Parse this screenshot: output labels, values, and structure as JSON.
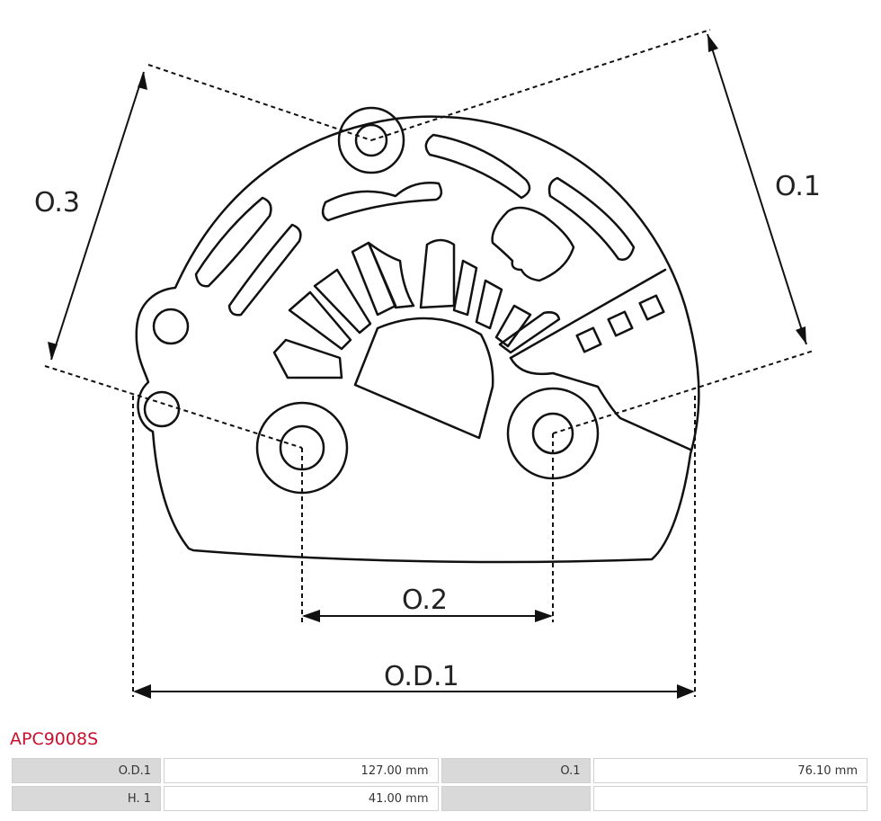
{
  "diagram": {
    "labels": {
      "o3": "O.3",
      "o1": "O.1",
      "o2": "O.2",
      "od1": "O.D.1"
    }
  },
  "part_code": "APC9008S",
  "specs": {
    "rows": [
      {
        "label1": "O.D.1",
        "value1": "127.00 mm",
        "label2": "O.1",
        "value2": "76.10  mm"
      },
      {
        "label1": "H. 1",
        "value1": "41.00 mm",
        "label2": "",
        "value2": ""
      }
    ]
  }
}
